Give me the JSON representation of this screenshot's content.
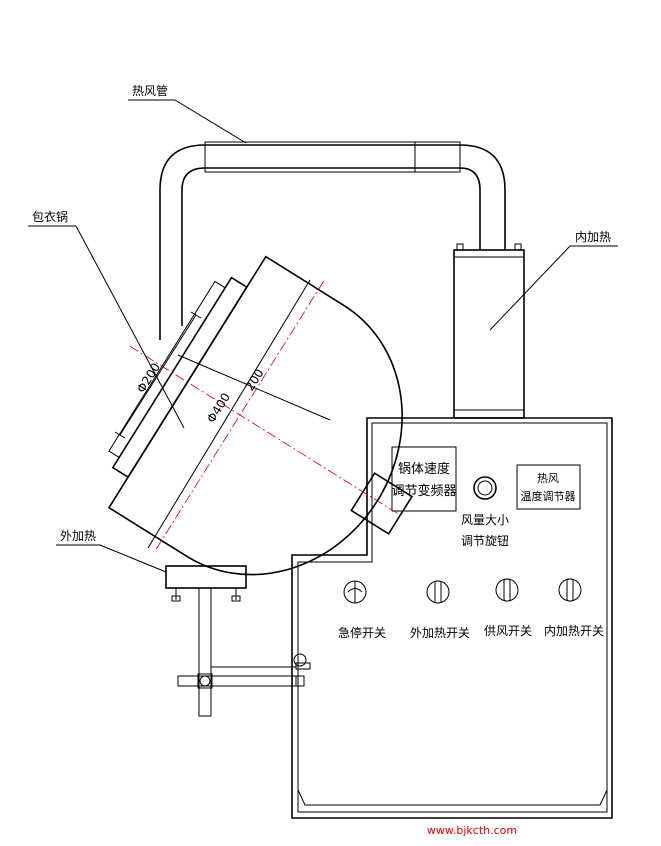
{
  "labels": {
    "hot_air_pipe": "热风管",
    "coating_pan": "包衣锅",
    "inner_heating": "内加热",
    "outer_heating": "外加热",
    "pan_speed_1": "锅体速度",
    "pan_speed_2": "调节变频器",
    "hot_air_temp_1": "热风",
    "hot_air_temp_2": "温度调节器",
    "air_volume_1": "风量大小",
    "air_volume_2": "调节旋钮",
    "emergency_stop": "急停开关",
    "outer_heating_switch": "外加热开关",
    "air_supply_switch": "供风开关",
    "inner_heating_switch": "内加热开关"
  },
  "dimensions": {
    "mouth_diameter": "Φ200",
    "pan_diameter": "Φ400",
    "pan_depth": "200"
  },
  "footer": {
    "url": "www.bjkcth.com"
  },
  "colors": {
    "line": "#000000",
    "centerline": "#e00000",
    "url": "#e00000"
  }
}
